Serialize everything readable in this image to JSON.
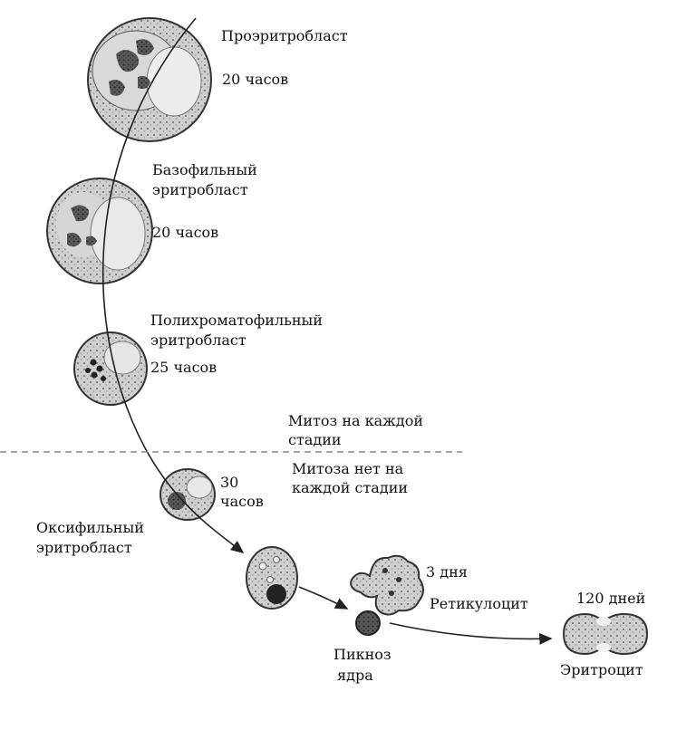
{
  "labels": {
    "proerythroblast": "Проэритробласт",
    "proerythroblast_time": "20 часов",
    "basophilic_line1": "Базофильный",
    "basophilic_line2": "эритробласт",
    "basophilic_time": "20 часов",
    "polychromatophilic_line1": "Полихроматофильный",
    "polychromatophilic_line2": "эритробласт",
    "polychromatophilic_time": "25 часов",
    "mitosis_yes_line1": "Митоз на каждой",
    "mitosis_yes_line2": "стадии",
    "mitosis_no_line1": "Митоза нет на",
    "mitosis_no_line2": "каждой стадии",
    "oxyphilic_time_line1": "30",
    "oxyphilic_time_line2": "часов",
    "oxyphilic_line1": "Оксифильный",
    "oxyphilic_line2": "эритробласт",
    "reticulocyte_time": "3 дня",
    "reticulocyte": "Ретикулоцит",
    "pyknosis_line1": "Пикноз",
    "pyknosis_line2": "ядра",
    "erythrocyte_time": "120 дней",
    "erythrocyte": "Эритроцит"
  },
  "colors": {
    "line": "#222222",
    "divider": "#888888",
    "cell_fill": "#c9c9c9",
    "cell_light": "#e4e4e4",
    "nucleus": "#3a3a3a"
  }
}
